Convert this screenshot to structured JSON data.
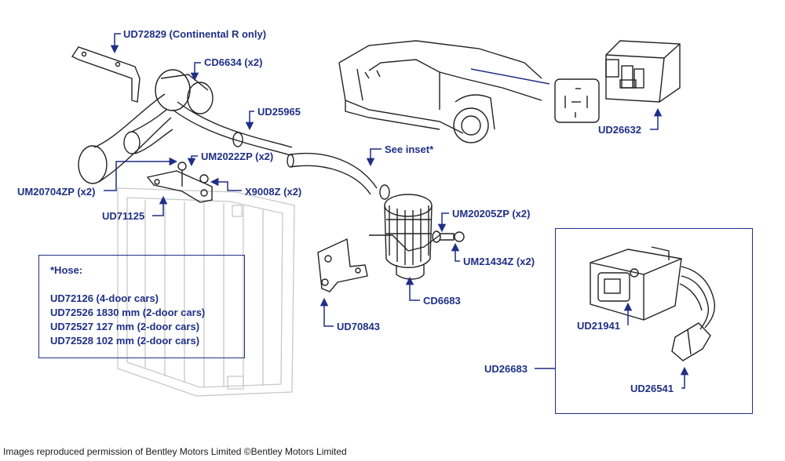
{
  "labels": {
    "ud72829": "UD72829 (Continental R only)",
    "cd6634": "CD6634 (x2)",
    "ud25965": "UD25965",
    "um2022zp": "UM2022ZP (x2)",
    "um20704zp": "UM20704ZP (x2)",
    "x9008z": "X9008Z (x2)",
    "ud71125": "UD71125",
    "see_inset": "See inset*",
    "um20205zp": "UM20205ZP (x2)",
    "um21434z": "UM21434Z (x2)",
    "cd6683": "CD6683",
    "ud70843": "UD70843",
    "ud26632": "UD26632",
    "ud21941": "UD21941",
    "ud26683": "UD26683",
    "ud26541": "UD26541"
  },
  "hose_note": {
    "title": "*Hose:",
    "items": [
      "UD72126 (4-door cars)",
      "UD72526 1830 mm (2-door cars)",
      "UD72527 127 mm (2-door cars)",
      "UD72528 102 mm (2-door cars)"
    ]
  },
  "footer": "Images reproduced permission of Bentley Motors Limited ©Bentley Motors Limited",
  "colors": {
    "label": "#1f2f86",
    "drawing": "#222222",
    "faint": "#c8c8c8"
  }
}
